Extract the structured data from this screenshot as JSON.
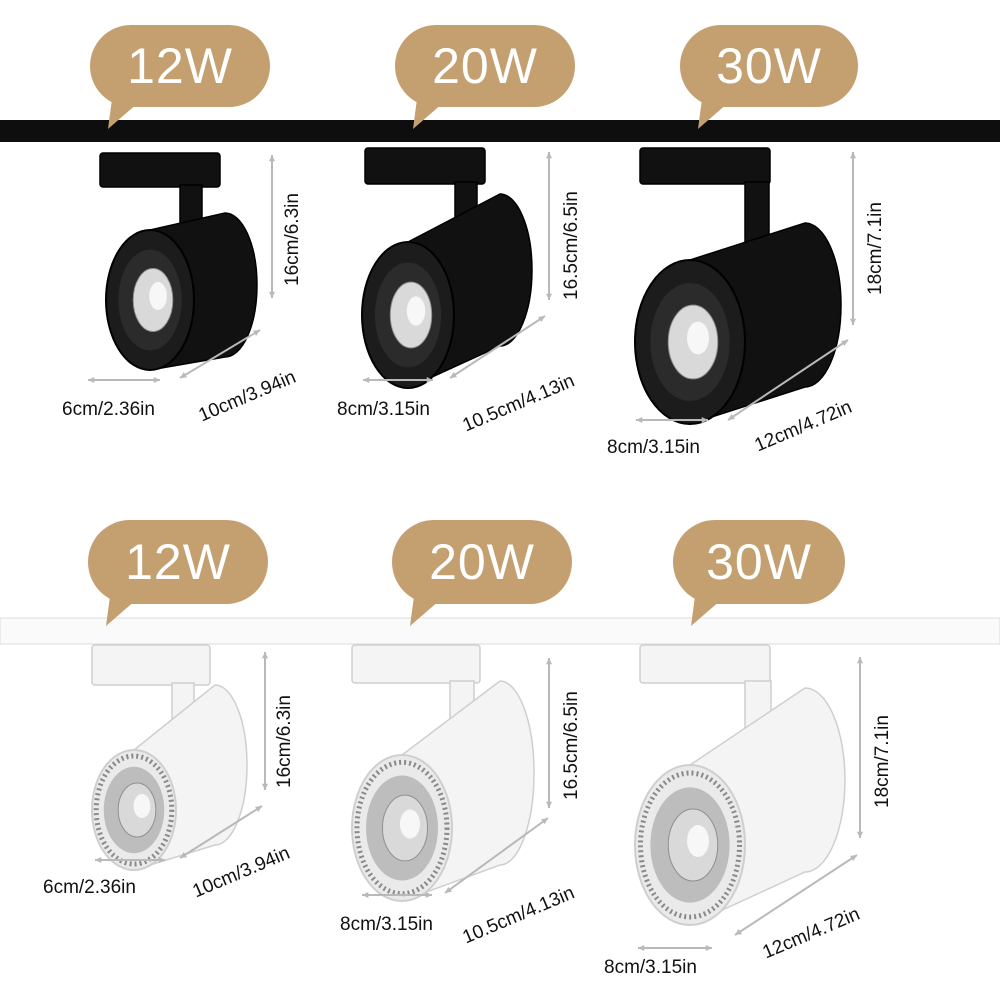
{
  "colors": {
    "badge": "#c4a071",
    "black_body": "#111111",
    "white_body": "#f4f4f4",
    "dim_line": "#b9b9b9",
    "text": "#111111"
  },
  "rows": [
    {
      "finish": "black",
      "items": [
        {
          "watt": "12W",
          "height": "16cm/6.3in",
          "length": "10cm/3.94in",
          "diameter": "6cm/2.36in"
        },
        {
          "watt": "20W",
          "height": "16.5cm/6.5in",
          "length": "10.5cm/4.13in",
          "diameter": "8cm/3.15in"
        },
        {
          "watt": "30W",
          "height": "18cm/7.1in",
          "length": "12cm/4.72in",
          "diameter": "8cm/3.15in"
        }
      ]
    },
    {
      "finish": "white",
      "items": [
        {
          "watt": "12W",
          "height": "16cm/6.3in",
          "length": "10cm/3.94in",
          "diameter": "6cm/2.36in"
        },
        {
          "watt": "20W",
          "height": "16.5cm/6.5in",
          "length": "10.5cm/4.13in",
          "diameter": "8cm/3.15in"
        },
        {
          "watt": "30W",
          "height": "18cm/7.1in",
          "length": "12cm/4.72in",
          "diameter": "8cm/3.15in"
        }
      ]
    }
  ]
}
